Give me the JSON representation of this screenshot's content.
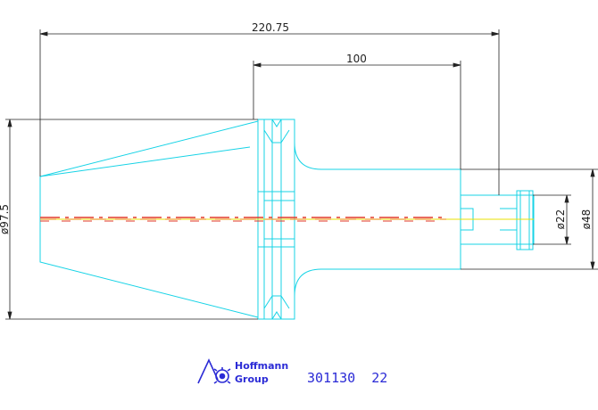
{
  "dimensions": {
    "overall_length": "220.75",
    "shank_length": "100",
    "flange_diameter": "ø97.5",
    "nose_diameter": "ø48",
    "bore_diameter": "ø22"
  },
  "logo": {
    "line1": "Hoffmann",
    "line2": "Group"
  },
  "part_number": "301130  22",
  "colors": {
    "outline": "#17d3e6",
    "dimension": "#222222",
    "centerline_red": "#e23a2a",
    "centerline_orange": "#f0a030",
    "centerline_yellow": "#e8e000",
    "logo": "#2b2bd6"
  }
}
